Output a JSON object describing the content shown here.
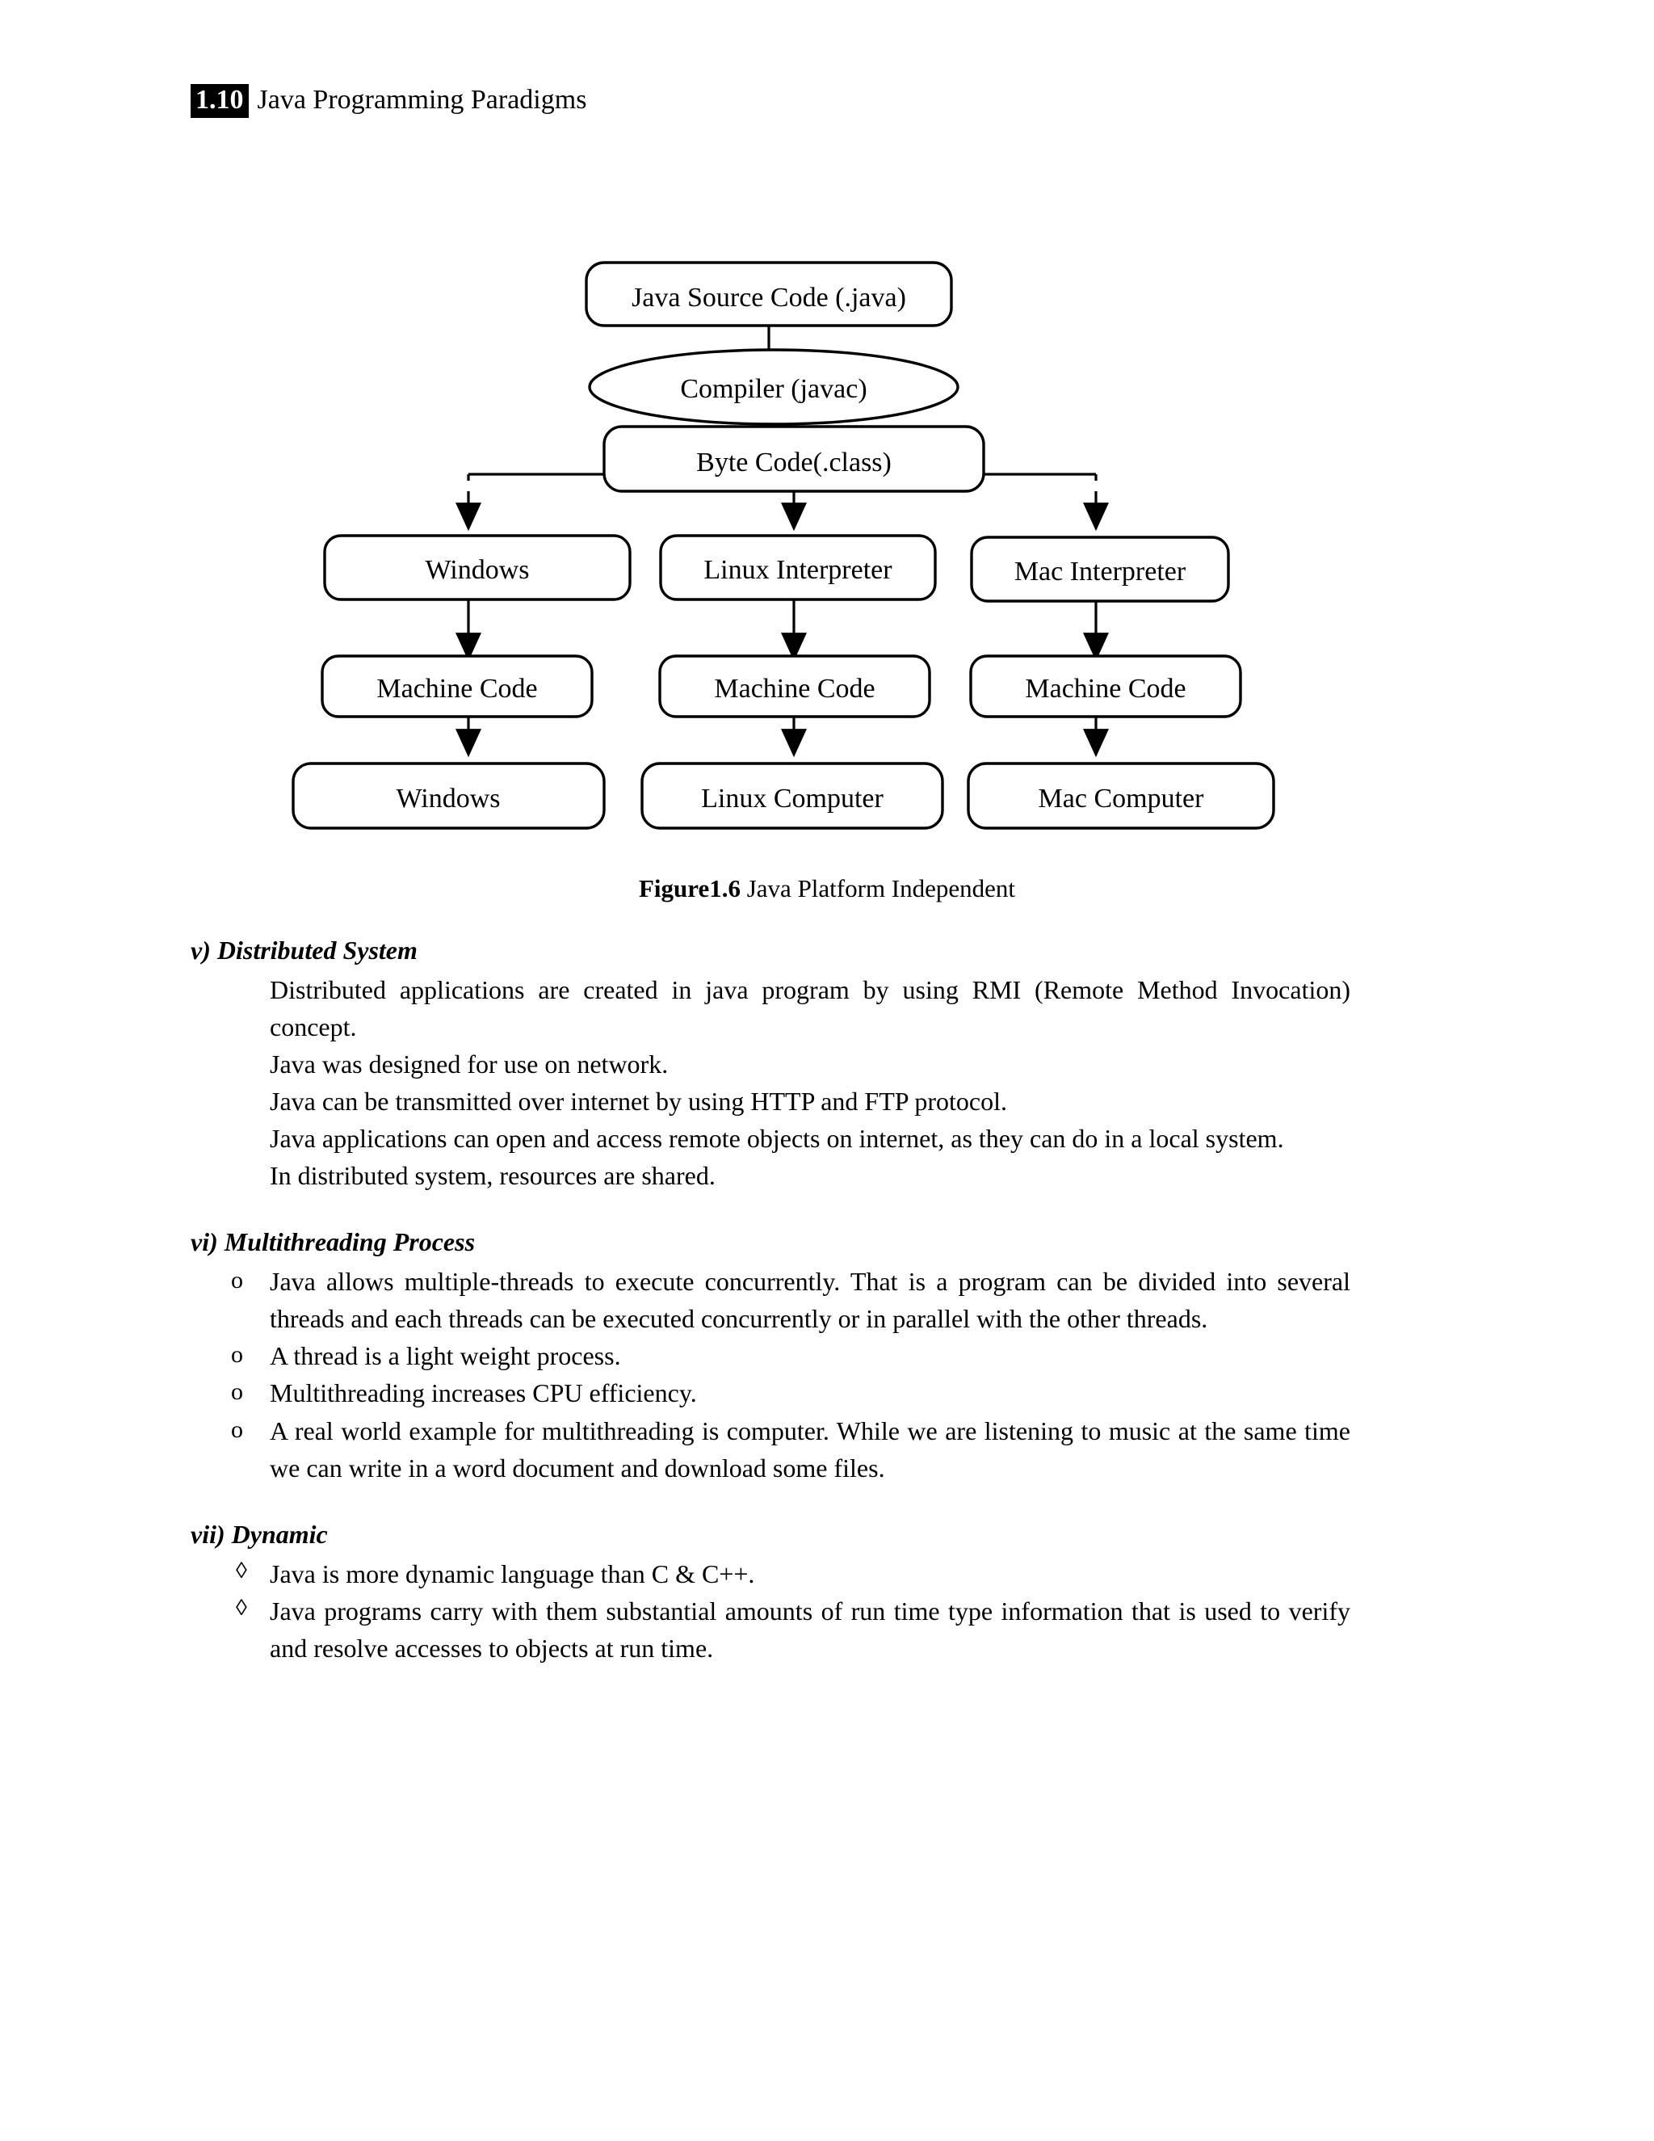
{
  "header": {
    "section_number": "1.10",
    "title": "Java Programming Paradigms"
  },
  "figure": {
    "caption_label": "Figure1.6",
    "caption_text": " Java Platform Independent",
    "nodes": {
      "source": "Java Source Code (.java)",
      "compiler": "Compiler (javac)",
      "bytecode": "Byte Code(.class)",
      "interp_windows": "Windows",
      "interp_linux": "Linux Interpreter",
      "interp_mac": "Mac Interpreter",
      "machine_windows": "Machine Code",
      "machine_linux": "Machine Code",
      "machine_mac": "Machine Code",
      "target_windows": "Windows",
      "target_linux": "Linux Computer",
      "target_mac": "Mac Computer"
    }
  },
  "sections": [
    {
      "heading": "v) Distributed System",
      "marker": "none",
      "items": [
        "Distributed applications are created in java program by using RMI (Remote Method Invocation) concept.",
        "Java was designed for use on network.",
        "Java can be transmitted over internet by using HTTP and FTP protocol.",
        "Java applications can open and access remote objects on internet, as they can do in a local system.",
        "In distributed system, resources are shared."
      ]
    },
    {
      "heading": "vi) Multithreading Process",
      "marker": "o",
      "items": [
        "Java allows multiple-threads to execute concurrently. That is a program can be divided into several threads and each threads can be executed concurrently or in parallel with the other threads.",
        "A thread is a light weight process.",
        "Multithreading increases CPU efficiency.",
        "A real world example for multithreading is computer. While we are listening to music at the same time we can write in a word document and download some files."
      ]
    },
    {
      "heading": "vii) Dynamic",
      "marker": "◊",
      "items": [
        "Java is more dynamic language than C & C++.",
        "Java programs carry with them substantial amounts of run time type information that is used to verify and resolve accesses to objects at run time."
      ]
    }
  ],
  "colors": {
    "ink": "#000000",
    "paper": "#ffffff"
  }
}
